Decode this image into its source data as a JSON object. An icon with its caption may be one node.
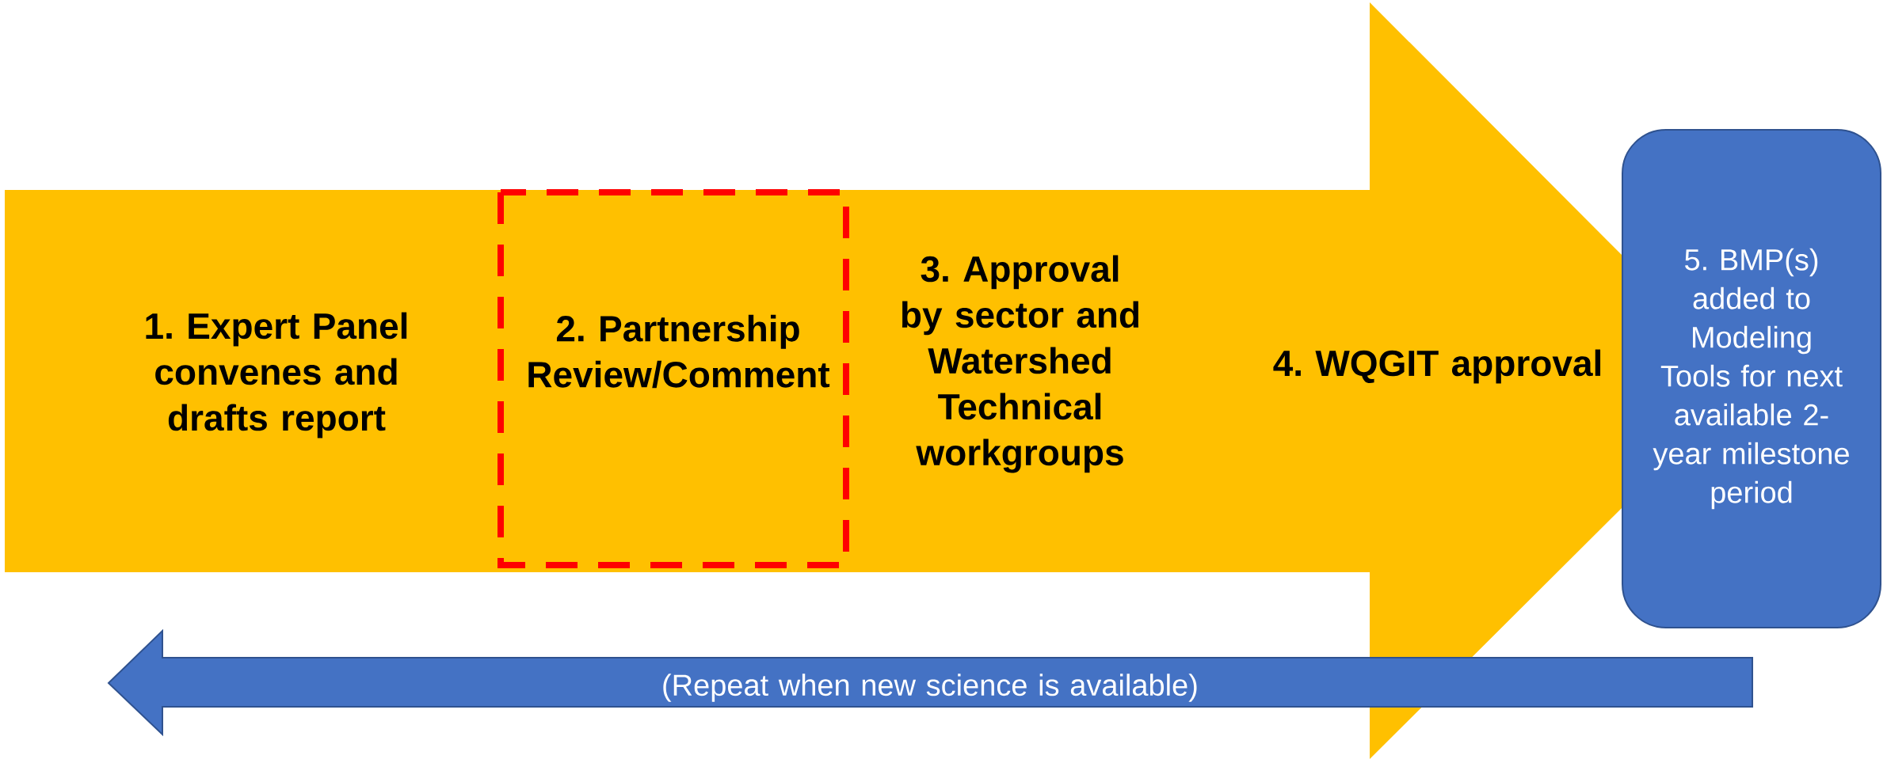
{
  "diagram": {
    "nodes": [
      {
        "text": [
          "1. Expert Panel convenes and drafts report",
          "3. Approval by sector and Watershed Technical workgroups",
          "4. WQGIT approval"
        ]
      },
      {
        "text": [
          "2. Partnership Review/Comment"
        ],
        "in": 0
      },
      {
        "text": [
          "5. BMP(s) added to Modeling Tools for next available 2-year milestone period"
        ]
      },
      {
        "text": [
          "(Repeat when new science is available)"
        ]
      }
    ]
  }
}
